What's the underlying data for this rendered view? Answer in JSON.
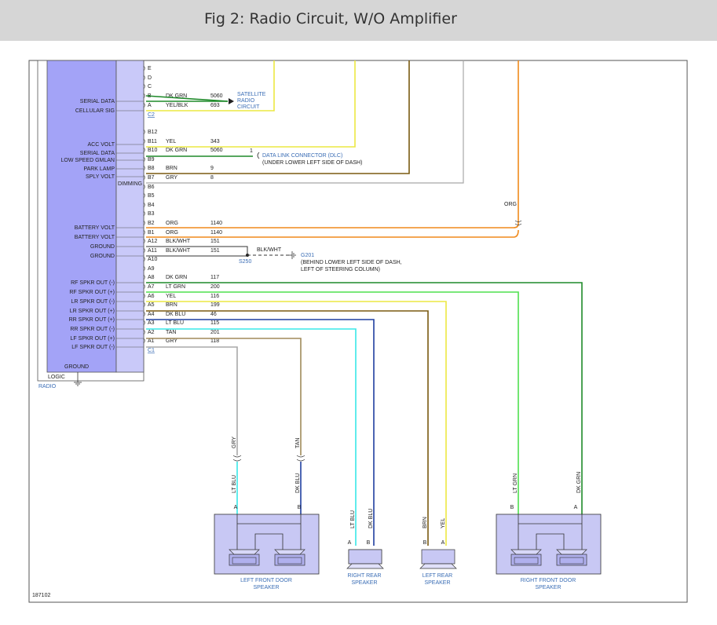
{
  "title": "Fig 2: Radio Circuit, W/O Amplifier",
  "colors": {
    "title_bar": "#d6d6d6",
    "radio_body": "#a3a3f7",
    "radio_panel": "#c9c9f9",
    "speaker_box": "#c8c8f4",
    "DK GRN": "#1f8a2a",
    "YEL/BLK": "#1f8a2a",
    "YEL": "#ece842",
    "BRN": "#7a5a10",
    "GRY": "#a8a8a8",
    "ORG": "#f08a1c",
    "LT GRN": "#4fe04f",
    "DK BLU": "#1f3ea0",
    "LT BLU": "#38e8e8",
    "TAN": "#a08a5a",
    "BLK/WHT": "#333333"
  },
  "radio": {
    "label": "RADIO",
    "logic": "LOGIC",
    "ground": "GROUND",
    "dimming": "DIMMING",
    "connectors": [
      "C2",
      "C1"
    ],
    "signals": [
      {
        "pin": "",
        "label": "SERIAL DATA"
      },
      {
        "pin": "",
        "label": "CELLULAR SIG"
      },
      {
        "pin": "",
        "label": "ACC VOLT"
      },
      {
        "pin": "",
        "label": "SERIAL DATA"
      },
      {
        "pin": "",
        "label": "LOW SPEED GMLAN"
      },
      {
        "pin": "",
        "label": "PARK LAMP"
      },
      {
        "pin": "",
        "label": "SPLY VOLT"
      },
      {
        "pin": "",
        "label": "BATTERY VOLT"
      },
      {
        "pin": "",
        "label": "BATTERY VOLT"
      },
      {
        "pin": "",
        "label": "GROUND"
      },
      {
        "pin": "",
        "label": "GROUND"
      },
      {
        "pin": "",
        "label": "RF SPKR OUT (-)"
      },
      {
        "pin": "",
        "label": "RF SPKR OUT (+)"
      },
      {
        "pin": "",
        "label": "LR SPKR OUT (-)"
      },
      {
        "pin": "",
        "label": "LR SPKR OUT (+)"
      },
      {
        "pin": "",
        "label": "RR SPKR OUT (+)"
      },
      {
        "pin": "",
        "label": "RR SPKR OUT (-)"
      },
      {
        "pin": "",
        "label": "LF SPKR OUT (+)"
      },
      {
        "pin": "",
        "label": "LF SPKR OUT (-)"
      }
    ],
    "pins": [
      "E",
      "D",
      "C",
      "B",
      "A",
      "B12",
      "B11",
      "B10",
      "B9",
      "B8",
      "B7",
      "B6",
      "B5",
      "B4",
      "B3",
      "B2",
      "B1",
      "A12",
      "A11",
      "A10",
      "A9",
      "A8",
      "A7",
      "A6",
      "A5",
      "A4",
      "A3",
      "A2",
      "A1"
    ]
  },
  "wires": [
    {
      "pin": "B",
      "color": "DK GRN",
      "circuit": "5060"
    },
    {
      "pin": "A",
      "color": "YEL/BLK",
      "circuit": "693"
    },
    {
      "pin": "B11",
      "color": "YEL",
      "circuit": "343"
    },
    {
      "pin": "B10",
      "color": "DK GRN",
      "circuit": "5060"
    },
    {
      "pin": "B8",
      "color": "BRN",
      "circuit": "9"
    },
    {
      "pin": "B7",
      "color": "GRY",
      "circuit": "8"
    },
    {
      "pin": "B2",
      "color": "ORG",
      "circuit": "1140"
    },
    {
      "pin": "B1",
      "color": "ORG",
      "circuit": "1140"
    },
    {
      "pin": "A12",
      "color": "BLK/WHT",
      "circuit": "151"
    },
    {
      "pin": "A11",
      "color": "BLK/WHT",
      "circuit": "151"
    },
    {
      "pin": "A8",
      "color": "DK GRN",
      "circuit": "117"
    },
    {
      "pin": "A7",
      "color": "LT GRN",
      "circuit": "200"
    },
    {
      "pin": "A6",
      "color": "YEL",
      "circuit": "116"
    },
    {
      "pin": "A5",
      "color": "BRN",
      "circuit": "199"
    },
    {
      "pin": "A4",
      "color": "DK BLU",
      "circuit": "46"
    },
    {
      "pin": "A3",
      "color": "LT BLU",
      "circuit": "115"
    },
    {
      "pin": "A2",
      "color": "TAN",
      "circuit": "201"
    },
    {
      "pin": "A1",
      "color": "GRY",
      "circuit": "118"
    }
  ],
  "annotations": {
    "satellite": [
      "SATELLITE",
      "RADIO",
      "CIRCUIT"
    ],
    "dlc_pin": "1",
    "dlc": "DATA LINK CONNECTOR (DLC)",
    "dlc_location": "(UNDER LOWER LEFT SIDE OF DASH)",
    "splice": "S250",
    "ground_wire": "BLK/WHT",
    "ground_point": "G201",
    "ground_loc1": "(BEHIND LOWER LEFT SIDE OF DASH,",
    "ground_loc2": "LEFT OF STEERING COLUMN)",
    "org": "ORG",
    "figure_id": "187102"
  },
  "speakers": [
    {
      "name1": "LEFT FRONT DOOR",
      "name2": "SPEAKER",
      "wires": [
        {
          "color": "GRY",
          "color2": "LT BLU",
          "pin": "A"
        },
        {
          "color": "TAN",
          "color2": "DK BLU",
          "pin": "B"
        }
      ]
    },
    {
      "name1": "RIGHT REAR",
      "name2": "SPEAKER",
      "wires": [
        {
          "color": "LT BLU",
          "pin": "A"
        },
        {
          "color": "DK BLU",
          "pin": "B"
        }
      ]
    },
    {
      "name1": "LEFT REAR",
      "name2": "SPEAKER",
      "wires": [
        {
          "color": "BRN",
          "pin": "B"
        },
        {
          "color": "YEL",
          "pin": "A"
        }
      ]
    },
    {
      "name1": "RIGHT FRONT DOOR",
      "name2": "SPEAKER",
      "wires": [
        {
          "color": "LT GRN",
          "pin": "B"
        },
        {
          "color": "DK GRN",
          "pin": "A"
        }
      ]
    }
  ]
}
